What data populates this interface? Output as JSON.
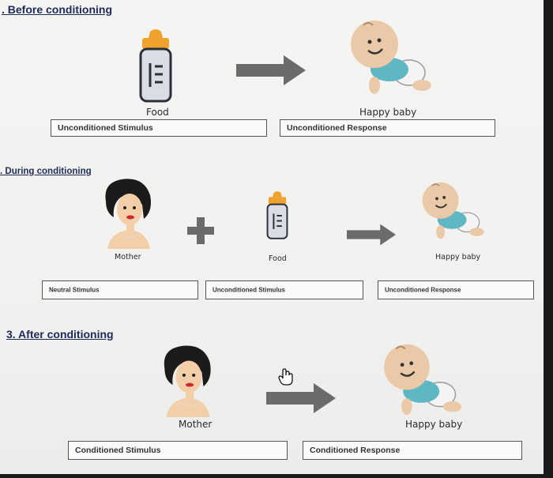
{
  "sections": [
    {
      "title": ". Before conditioning",
      "labels": [
        "Food",
        "Happy baby"
      ],
      "boxes": [
        "Unconditioned Stimulus",
        "Unconditioned Response"
      ]
    },
    {
      "title": ". During conditioning",
      "labels": [
        "Mother",
        "Food",
        "Happy baby"
      ],
      "boxes": [
        "Neutral Stimulus",
        "Unconditioned Stimulus",
        "Unconditioned Response"
      ]
    },
    {
      "title": "3. After conditioning",
      "labels": [
        "Mother",
        "Happy baby"
      ],
      "boxes": [
        "Conditioned Stimulus",
        "Conditioned Response"
      ]
    }
  ],
  "colors": {
    "arrow": "#6b6b6b",
    "heading": "#1e2a5a",
    "bottle_cap": "#f0a22e",
    "baby_shirt": "#5fb7c4"
  },
  "icons": [
    "baby-bottle-icon",
    "happy-baby-icon",
    "mother-icon",
    "plus-icon",
    "right-arrow-icon",
    "hand-cursor-icon"
  ]
}
